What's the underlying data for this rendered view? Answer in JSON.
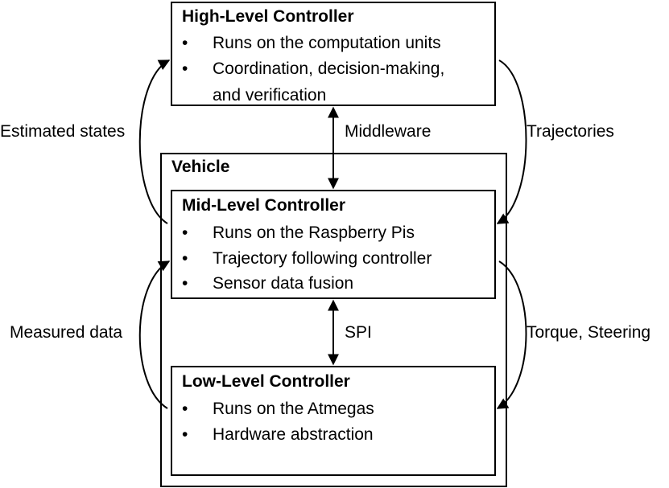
{
  "vehicle": {
    "label": "Vehicle"
  },
  "high_level": {
    "title": "High-Level Controller",
    "bullets": [
      "Runs on the computation units",
      "Coordination, decision-making,",
      "and verification"
    ]
  },
  "mid_level": {
    "title": "Mid-Level Controller",
    "bullets": [
      "Runs on the Raspberry Pis",
      "Trajectory following controller",
      "Sensor data fusion"
    ]
  },
  "low_level": {
    "title": "Low-Level Controller",
    "bullets": [
      "Runs on the Atmegas",
      "Hardware abstraction"
    ]
  },
  "links": {
    "middleware": "Middleware",
    "spi": "SPI",
    "estimated_states": "Estimated states",
    "trajectories": "Trajectories",
    "measured_data": "Measured data",
    "torque_steering": "Torque, Steering"
  }
}
